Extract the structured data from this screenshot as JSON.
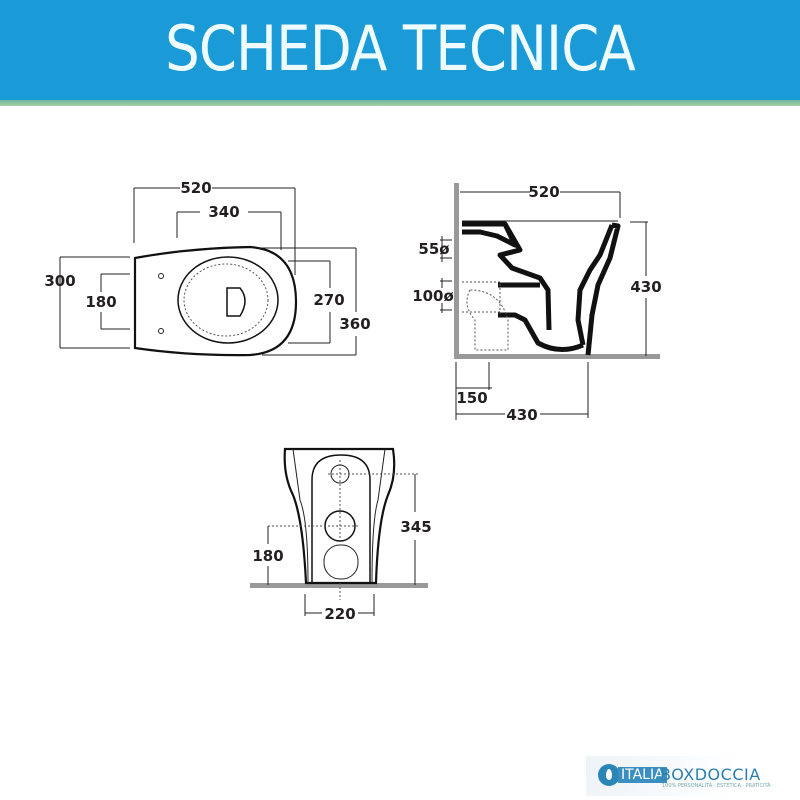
{
  "header": {
    "title": "SCHEDA TECNICA",
    "color": "#1a9ad6"
  },
  "top_view": {
    "width_total": "520",
    "width_inner": "340",
    "height_left": "300",
    "height_holes": "180",
    "height_seat": "270",
    "height_total": "360"
  },
  "side_view": {
    "width_top": "520",
    "pipe_55": "55ø",
    "pipe_100": "100ø",
    "height": "430",
    "offset": "150",
    "depth": "430"
  },
  "front_view": {
    "height_top": "345",
    "height_center": "180",
    "width_base": "220"
  },
  "logo": {
    "brand_a": "ITALIA",
    "brand_b": "BOXDOCCIA",
    "tagline": "100% PERSONALITÀ · ESTETICA · PRATICITÀ"
  }
}
